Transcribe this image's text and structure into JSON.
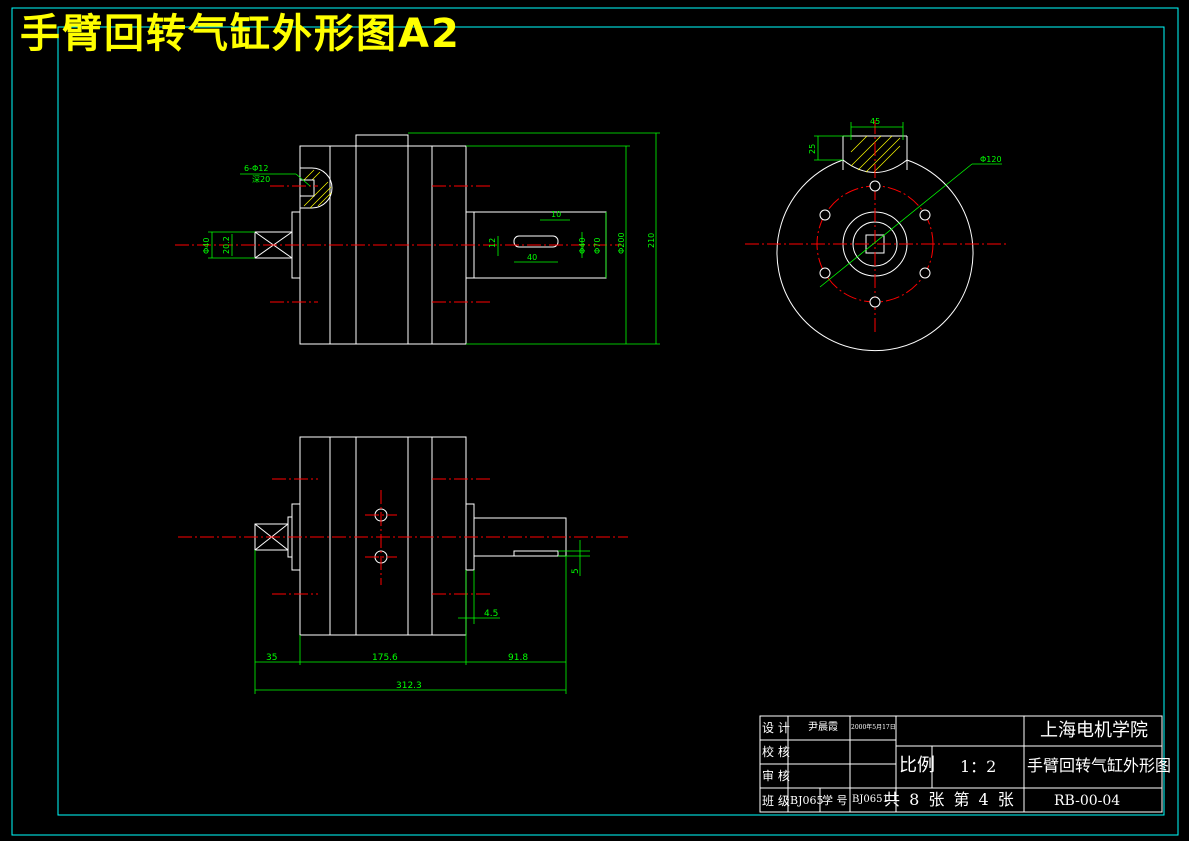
{
  "title": "手臂回转气缸外形图A2",
  "colors": {
    "background": "#000000",
    "outline": "#ffffff",
    "centerline": "#ff0000",
    "dimension": "#00ff00",
    "frame": "#00ffff",
    "title": "#ffff00",
    "hatch": "#ffff00"
  },
  "front_view": {
    "hole_note_top": "6-Φ12",
    "hole_note_bottom": "深20",
    "dims": {
      "d40_left": "Φ40",
      "d20_2": "20.2",
      "w10": "10",
      "d12": "12",
      "w40": "40",
      "d40": "Φ40",
      "d70": "Φ70",
      "d200": "Φ200",
      "h210": "210"
    }
  },
  "side_view": {
    "dims": {
      "w45": "45",
      "h25": "25",
      "d120": "Φ120"
    }
  },
  "top_view": {
    "dims": {
      "d4_5": "4.5",
      "d5": "5",
      "d35": "35",
      "d175_6": "175.6",
      "d91_8": "91.8",
      "d312_3": "312.3"
    }
  },
  "title_block": {
    "r1_label": "设 计",
    "r1_name": "尹晨霞",
    "r1_date": "2000年5月17日",
    "r2_label": "校 核",
    "r3_label": "审 核",
    "r4_label": "班 级",
    "r4_class": "BJ065",
    "r4_id_label": "学 号",
    "r4_id": "BJ0651",
    "school": "上海电机学院",
    "scale_label": "比例",
    "scale_value": "1：2",
    "drawing_name": "手臂回转气缸外形图",
    "sheet_info": "共 8 张 第 4 张",
    "drawing_no": "RB-00-04"
  }
}
